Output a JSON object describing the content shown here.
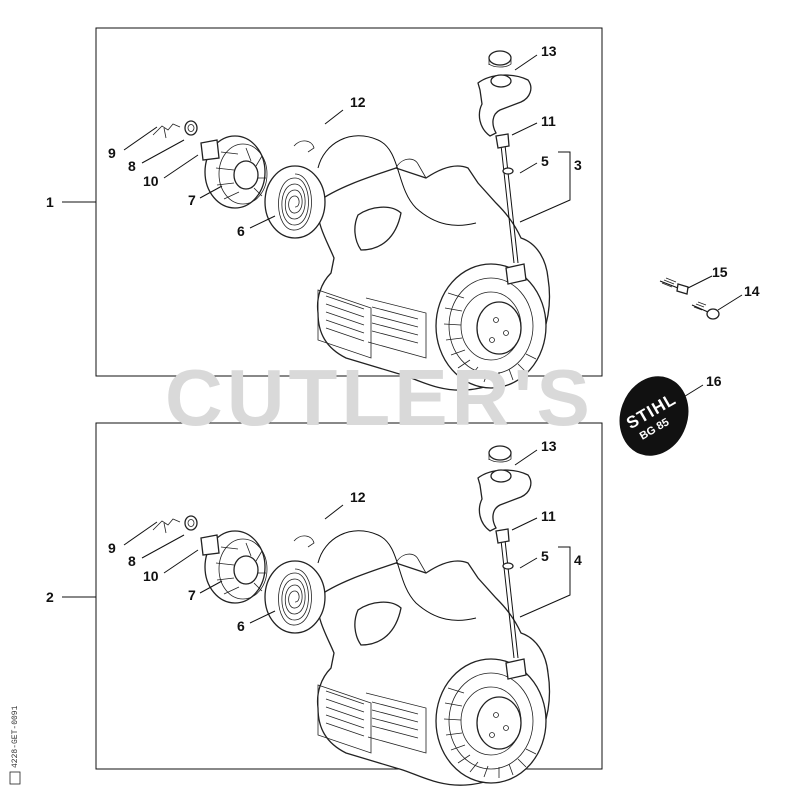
{
  "watermark": "CUTLER'S",
  "drawing_code": "4228-GET-0091",
  "decal": {
    "brand": "STIHL",
    "model": "BG 85"
  },
  "panels": [
    {
      "assembly_label": "1",
      "housing_label": "3",
      "labels": {
        "p5": "5",
        "p6": "6",
        "p7": "7",
        "p8": "8",
        "p9": "9",
        "p10": "10",
        "p11": "11",
        "p12": "12",
        "p13": "13"
      }
    },
    {
      "assembly_label": "2",
      "housing_label": "4",
      "labels": {
        "p5": "5",
        "p6": "6",
        "p7": "7",
        "p8": "8",
        "p9": "9",
        "p10": "10",
        "p11": "11",
        "p12": "12",
        "p13": "13"
      }
    }
  ],
  "loose_parts": {
    "p14": "14",
    "p15": "15",
    "p16": "16"
  }
}
